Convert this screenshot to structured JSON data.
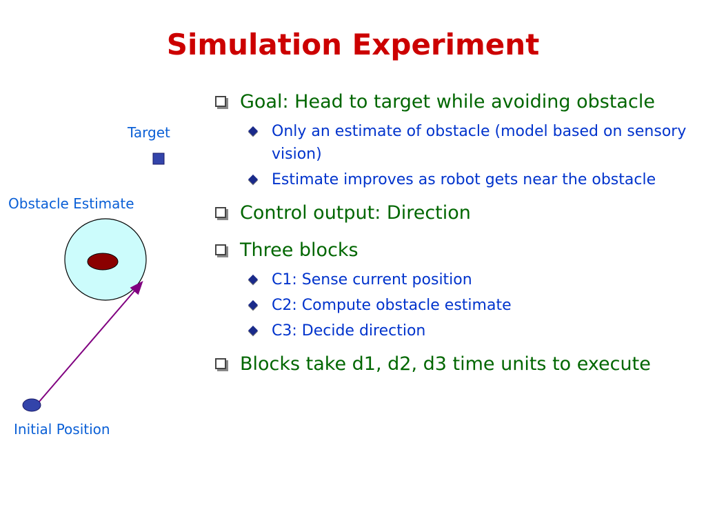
{
  "title": "Simulation Experiment",
  "diagram": {
    "target_label": "Target",
    "obstacle_label": "Obstacle Estimate",
    "initial_label": "Initial Position",
    "colors": {
      "target": "#3344aa",
      "estimate_fill": "#ccfcfc",
      "obstacle": "#8b0000",
      "path": "#800080",
      "robot": "#3344aa",
      "label": "#0a5fd6"
    }
  },
  "bullets": [
    {
      "text": "Goal: Head to target while avoiding obstacle",
      "sub": [
        "Only an estimate of obstacle (model based on sensory vision)",
        "Estimate improves as robot gets near the obstacle"
      ]
    },
    {
      "text": "Control output: Direction",
      "sub": []
    },
    {
      "text": "Three blocks",
      "sub": [
        "C1: Sense current position",
        "C2: Compute obstacle estimate",
        "C3: Decide direction"
      ]
    },
    {
      "text": "Blocks take d1, d2, d3 time units to execute",
      "sub": []
    }
  ]
}
